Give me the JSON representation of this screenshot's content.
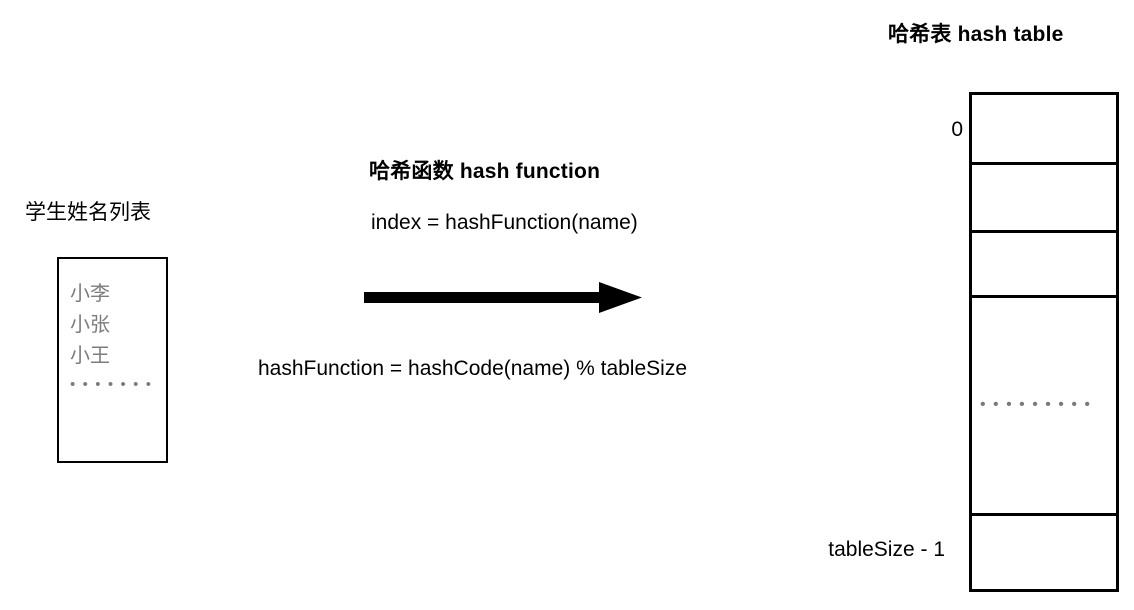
{
  "diagram": {
    "title_right": "哈希表 hash table",
    "student_list": {
      "label": "学生姓名列表",
      "names": [
        "小李",
        "小张",
        "小王"
      ],
      "ellipsis": "• • • • • • •"
    },
    "hash_function": {
      "title": "哈希函数 hash function",
      "formula_index": "index = hashFunction(name)",
      "formula_mod": "hashFunction = hashCode(name) % tableSize",
      "arrow_icon": "right-arrow-icon"
    },
    "hash_table": {
      "index_first": "0",
      "index_last": "tableSize - 1",
      "cells": [
        {
          "dots": ""
        },
        {
          "dots": ""
        },
        {
          "dots": ""
        },
        {
          "dots": "• • • • • • • • •"
        },
        {
          "dots": ""
        }
      ],
      "cell_heights": [
        71,
        69,
        65,
        221,
        74
      ]
    },
    "colors": {
      "stroke": "#000000",
      "muted_text": "#7c7c7c",
      "background": "#ffffff"
    }
  }
}
